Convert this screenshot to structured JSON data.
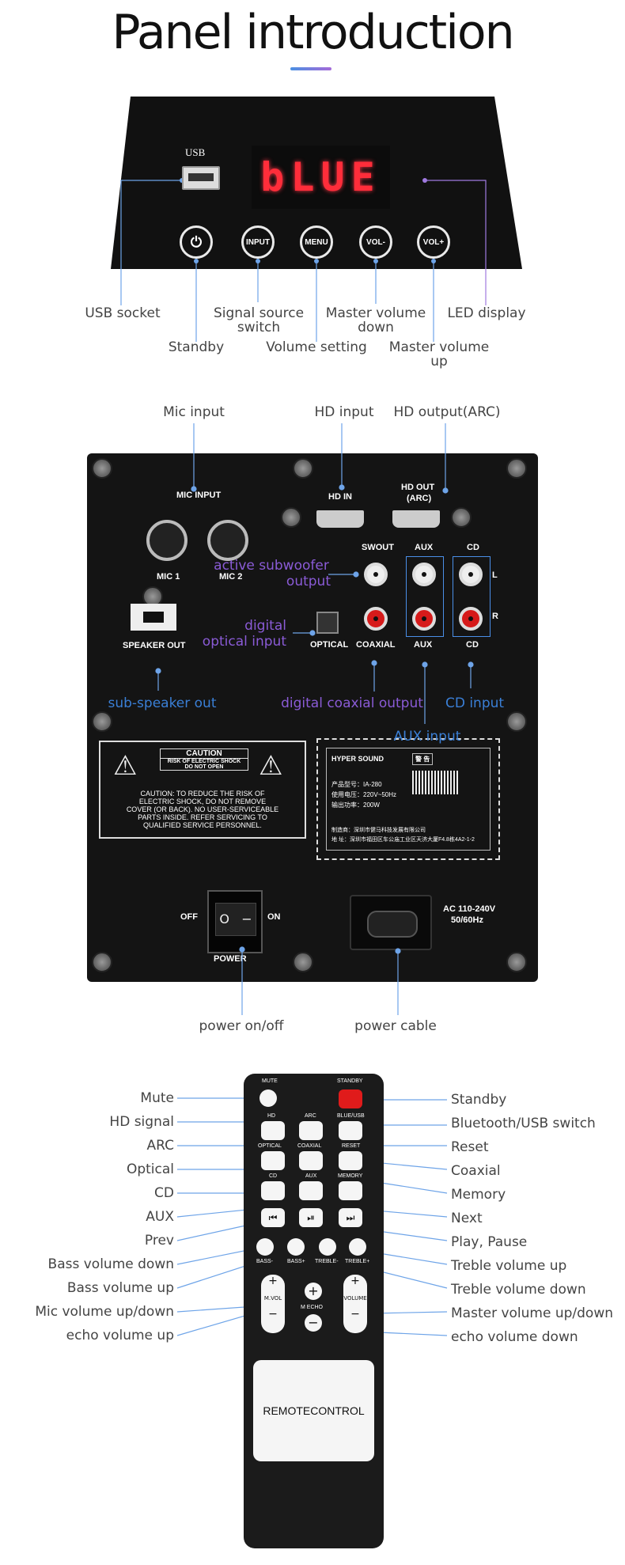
{
  "header": {
    "title": "Panel introduction"
  },
  "top_panel": {
    "usb_word": "USB",
    "led_text": "bLUE",
    "buttons": {
      "input": "INPUT",
      "menu": "MENU",
      "vol_down": "VOL-",
      "vol_up": "VOL+"
    },
    "labels": {
      "usb_socket": "USB socket",
      "signal_source_1": "Signal source",
      "signal_source_2": "switch",
      "master_down_1": "Master volume",
      "master_down_2": "down",
      "led_display": "LED display",
      "standby": "Standby",
      "volume_setting": "Volume setting",
      "master_up_1": "Master volume",
      "master_up_2": "up"
    }
  },
  "back_panel": {
    "callouts": {
      "mic_input": "Mic input",
      "hd_input": "HD input",
      "hd_output": "HD output(ARC)",
      "subwoofer_1": "active subwoofer",
      "subwoofer_2": "output",
      "digital_optical_1": "digital",
      "digital_optical_2": "optical input",
      "sub_speaker_out": "sub-speaker out",
      "digital_coaxial_output": "digital coaxial output",
      "cd_input": "CD input",
      "aux_input": "AUX input",
      "power_onoff": "power on/off",
      "power_cable": "power cable"
    },
    "printed": {
      "mic_input": "MIC  INPUT",
      "mic1": "MIC 1",
      "mic2": "MIC 2",
      "hd_in": "HD IN",
      "hd_out_1": "HD OUT",
      "hd_out_2": "(ARC)",
      "swout": "SWOUT",
      "aux": "AUX",
      "cd": "CD",
      "l": "L",
      "r": "R",
      "speaker_out": "SPEAKER OUT",
      "optical": "OPTICAL",
      "coaxial": "COAXIAL",
      "aux_bottom": "AUX",
      "cd_bottom": "CD",
      "caution": "CAUTION",
      "risk": "RISK OF ELECTRIC SHOCK",
      "do_not_open": "DO NOT OPEN",
      "caution_text_1": "CAUTION:  TO REDUCE THE RISK OF",
      "caution_text_2": "ELECTRIC SHOCK, DO NOT REMOVE",
      "caution_text_3": "COVER (OR BACK).  NO USER-SERVICEABLE",
      "caution_text_4": "PARTS INSIDE.  REFER SERVICING TO",
      "caution_text_5": "QUALIFIED SERVICE PERSONNEL.",
      "brand": "HYPER SOUND",
      "model": "产品型号：IA-280",
      "voltage": "使用电压：220V~50Hz",
      "power": "输出功率：200W",
      "maker": "制造商：深圳市健马科技发展有限公司",
      "address": "地    址：深圳市福田区车公庙工业区天济大厦F4.8栋4A2-1-2",
      "warning": "警 告",
      "off": "OFF",
      "on": "ON",
      "power_switch": "POWER",
      "ac_1": "AC 110-240V",
      "ac_2": "50/60Hz"
    }
  },
  "remote": {
    "keys": {
      "mute": "MUTE",
      "standby": "STANDBY",
      "hd": "HD",
      "arc": "ARC",
      "bluetooth_usb": "BLUE/USB",
      "optical": "OPTICAL",
      "coaxial": "COAXIAL",
      "reset": "RESET",
      "cd": "CD",
      "aux": "AUX",
      "memory": "MEMORY",
      "bass_minus": "BASS-",
      "bass_plus": "BASS+",
      "treble_minus": "TREBLE-",
      "treble_plus": "TREBLE+",
      "mvol": "M.VOL",
      "mecho": "M ECHO",
      "volume": "VOLUME",
      "plus": "+",
      "minus": "−",
      "screen": "REMOTECONTROL"
    },
    "left_labels": [
      "Mute",
      "HD signal",
      "ARC",
      "Optical",
      "CD",
      "AUX",
      "Prev",
      "Bass volume down",
      "Bass volume up",
      "Mic volume up/down",
      "echo volume up"
    ],
    "right_labels": [
      "Standby",
      "Bluetooth/USB switch",
      "Reset",
      "Coaxial",
      "Memory",
      "Next",
      "Play, Pause",
      "Treble volume up",
      "Treble volume down",
      "Master volume up/down",
      "echo volume down"
    ]
  },
  "colors": {
    "accent_blue": "#3a7fd6",
    "accent_violet": "#8a5bd6",
    "led_red": "#ff2d3a",
    "standby_red": "#e01b1b"
  }
}
